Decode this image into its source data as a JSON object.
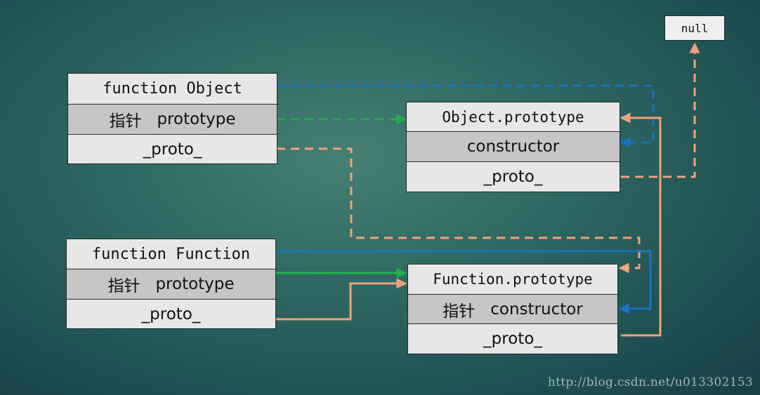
{
  "object_fn": {
    "title": "function Object",
    "prototype_zh": "指针",
    "prototype_label": "prototype",
    "proto_label": "_proto_"
  },
  "function_fn": {
    "title": "function Function",
    "prototype_zh": "指针",
    "prototype_label": "prototype",
    "proto_label": "_proto_"
  },
  "object_prototype": {
    "title": "Object.prototype",
    "constructor_label": "constructor",
    "proto_label": "_proto_"
  },
  "function_prototype": {
    "title": "Function.prototype",
    "constructor_zh": "指针",
    "constructor_label": "constructor",
    "proto_label": "_proto_"
  },
  "null_label": "null",
  "watermark": "http://blog.csdn.net/u013302153",
  "colors": {
    "constructor_link": "#1a73c2",
    "prototype_link": "#1fb04a",
    "proto_link": "#f1a27a"
  }
}
